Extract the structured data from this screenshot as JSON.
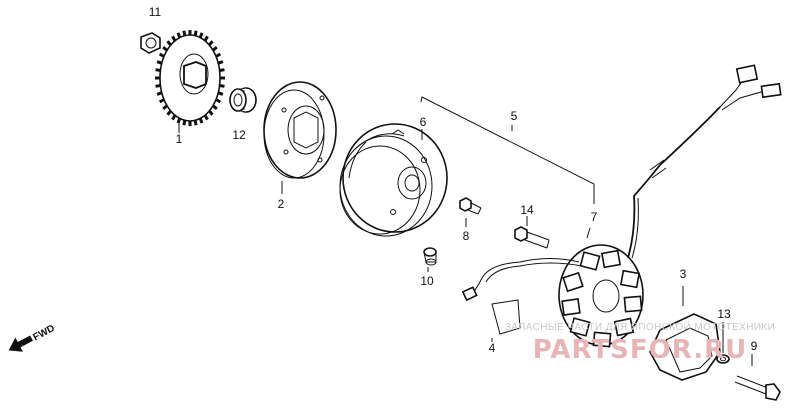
{
  "callouts": {
    "c1": "1",
    "c2": "2",
    "c3": "3",
    "c4": "4",
    "c5": "5",
    "c6": "6",
    "c7": "7",
    "c8": "8",
    "c9": "9",
    "c10": "10",
    "c11": "11",
    "c12": "12",
    "c13": "13",
    "c14": "14"
  },
  "fwd_label": "FWD",
  "watermark": {
    "caption": "ЗАПАСНЫЕ ЧАСТИ ДЛЯ ЯПОНСКОЙ МОТОТЕХНИКИ",
    "brand": "PARTSFOR.RU",
    "brand_color": "#e7b5b5"
  }
}
